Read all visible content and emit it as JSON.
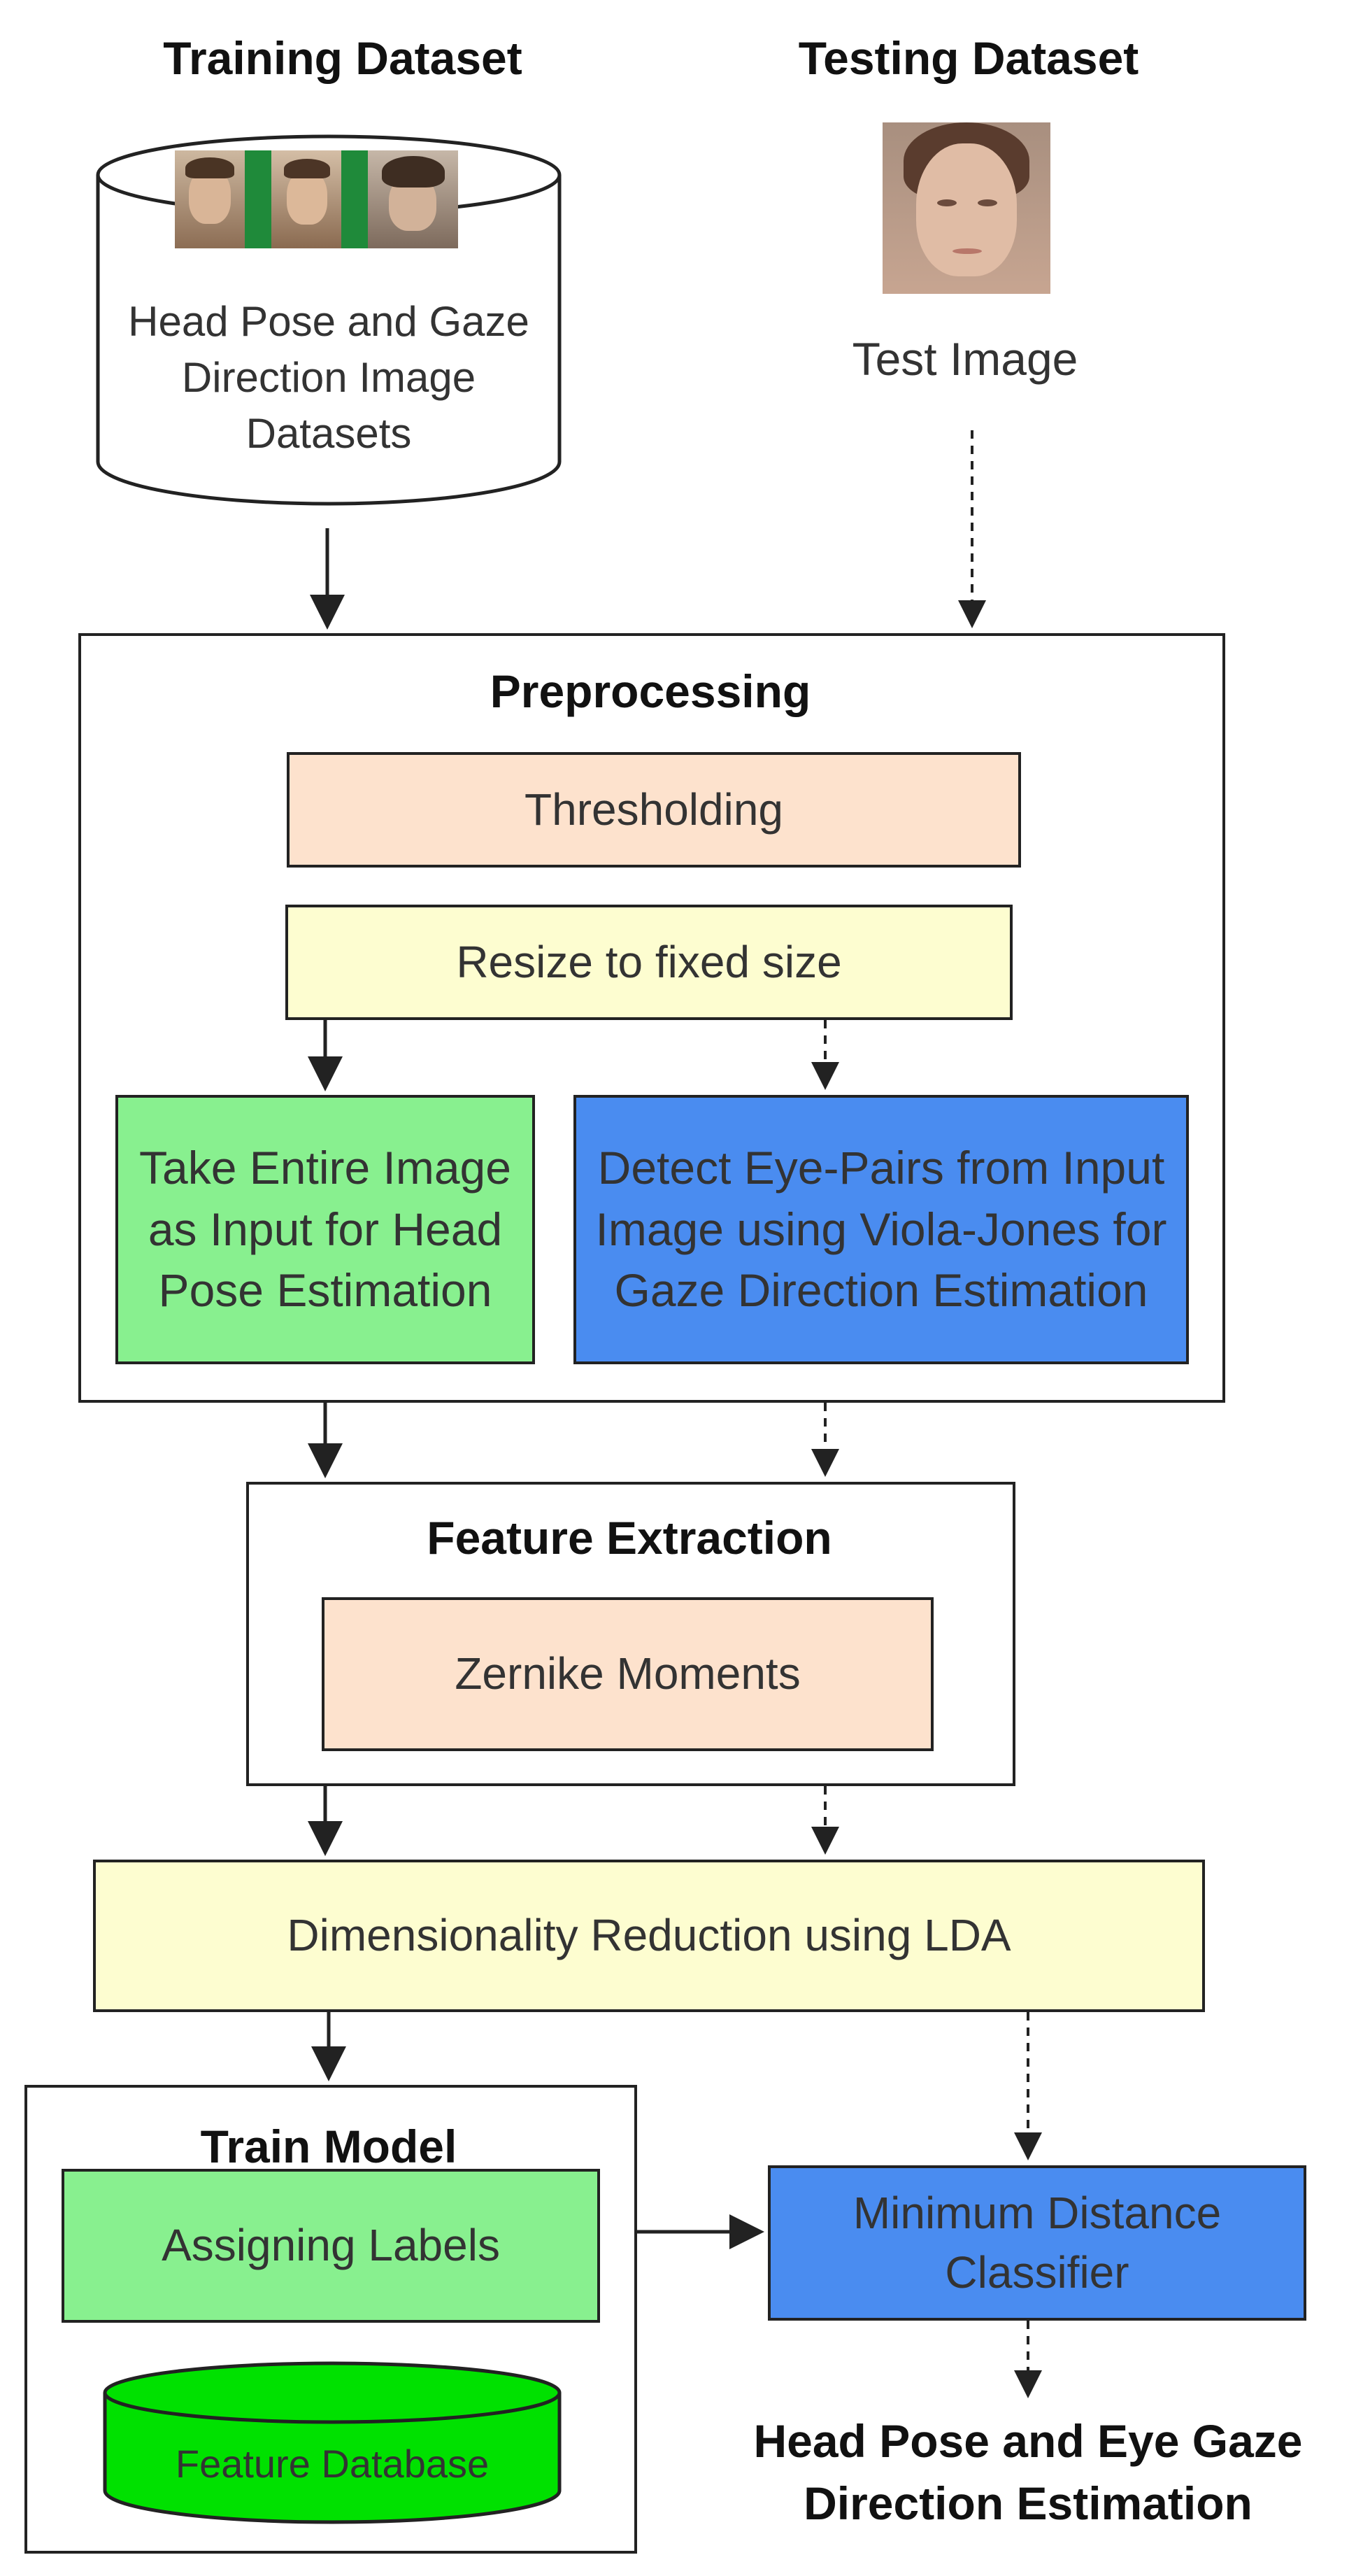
{
  "headings": {
    "training": "Training Dataset",
    "testing": "Testing Dataset"
  },
  "training_db": {
    "label": "Head Pose and Gaze Direction Image Datasets"
  },
  "test_image": {
    "label": "Test Image"
  },
  "preprocessing": {
    "title": "Preprocessing",
    "thresholding": "Thresholding",
    "resize": "Resize to fixed size",
    "head_pose_branch": "Take Entire Image as Input for Head Pose Estimation",
    "gaze_branch": "Detect Eye-Pairs from Input Image using Viola-Jones for Gaze Direction Estimation"
  },
  "feature_extraction": {
    "title": "Feature Extraction",
    "zernike": "Zernike Moments"
  },
  "dimensionality_reduction": {
    "label": "Dimensionality Reduction using LDA"
  },
  "train_model": {
    "title": "Train Model",
    "assigning_labels": "Assigning Labels",
    "feature_database": "Feature Database"
  },
  "classifier": {
    "label": "Minimum Distance Classifier"
  },
  "output": {
    "label": "Head Pose and Eye Gaze Direction Estimation"
  },
  "colors": {
    "peach": "#fde2cd",
    "light_yellow": "#fdfdd0",
    "light_green": "#88f08f",
    "blue": "#4a8cf0",
    "bright_green": "#00e100",
    "line": "#222222"
  }
}
